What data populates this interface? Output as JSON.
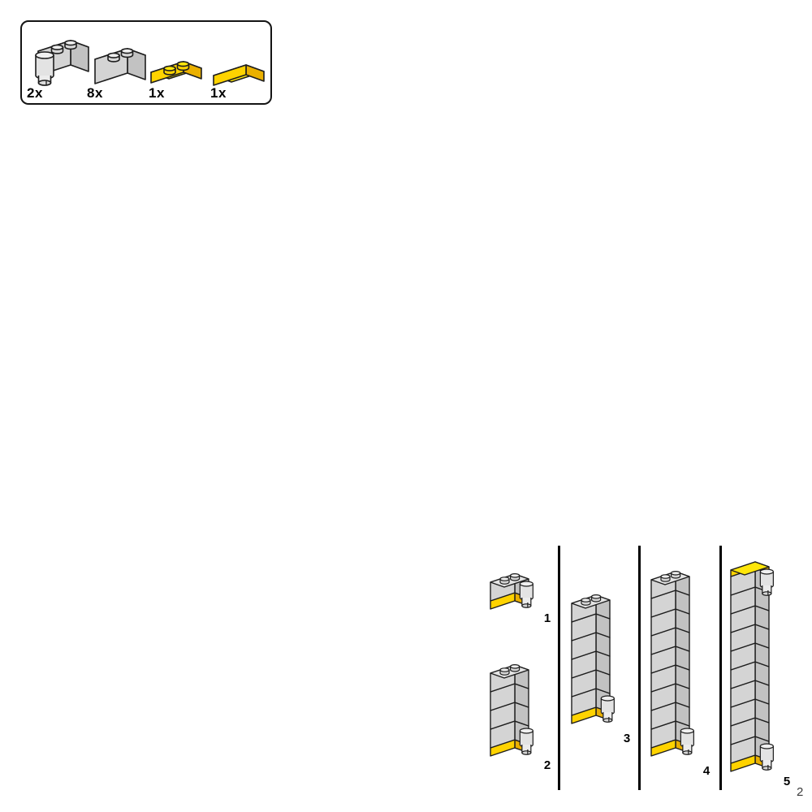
{
  "page": {
    "number": "2"
  },
  "parts_box": {
    "parts": [
      {
        "count": "2x",
        "part": "brick-1x2-with-pin",
        "color": "light-gray"
      },
      {
        "count": "8x",
        "part": "brick-1x2",
        "color": "light-gray"
      },
      {
        "count": "1x",
        "part": "plate-1x2",
        "color": "yellow"
      },
      {
        "count": "1x",
        "part": "tile-1x2",
        "color": "yellow"
      }
    ]
  },
  "steps": [
    {
      "number": "1",
      "brick_count": 1,
      "base_plate_yellow": true,
      "pin_bottom_right": true,
      "pin_top_right": false,
      "yellow_tile_top": false
    },
    {
      "number": "2",
      "brick_count": 4,
      "base_plate_yellow": true,
      "pin_bottom_right": true,
      "pin_top_right": false,
      "yellow_tile_top": false
    },
    {
      "number": "3",
      "brick_count": 6,
      "base_plate_yellow": true,
      "pin_bottom_right": true,
      "pin_top_right": false,
      "yellow_tile_top": false
    },
    {
      "number": "4",
      "brick_count": 9,
      "base_plate_yellow": true,
      "pin_bottom_right": true,
      "pin_top_right": false,
      "yellow_tile_top": false
    },
    {
      "number": "5",
      "brick_count": 10,
      "base_plate_yellow": true,
      "pin_bottom_right": true,
      "pin_top_right": true,
      "yellow_tile_top": true
    }
  ],
  "colors": {
    "brick_front": "#d4d4d4",
    "brick_side": "#c2c2c2",
    "brick_top": "#e4e4e4",
    "stud_top": "#eeeeee",
    "pin_body": "#e3e3e3",
    "pin_top": "#f0f0f0",
    "pin_lower": "#ececec",
    "yellow_top": "#ffe60a",
    "yellow_front": "#ffd300",
    "yellow_side": "#eab000",
    "outline": "#1d1d1d",
    "divider": "#000000"
  }
}
